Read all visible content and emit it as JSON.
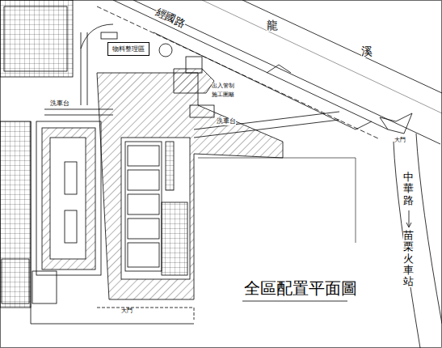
{
  "diagram": {
    "title": "全區配置平面圖",
    "nodes": [
      {
        "text": [
          "物料整理區"
        ]
      }
    ],
    "labels": [
      "經國路",
      "龍",
      "溪",
      "中華路",
      "苗栗火車站",
      "大門",
      "大門",
      "洗車台",
      "洗車台",
      "出入管制",
      "施工圍籬"
    ]
  }
}
